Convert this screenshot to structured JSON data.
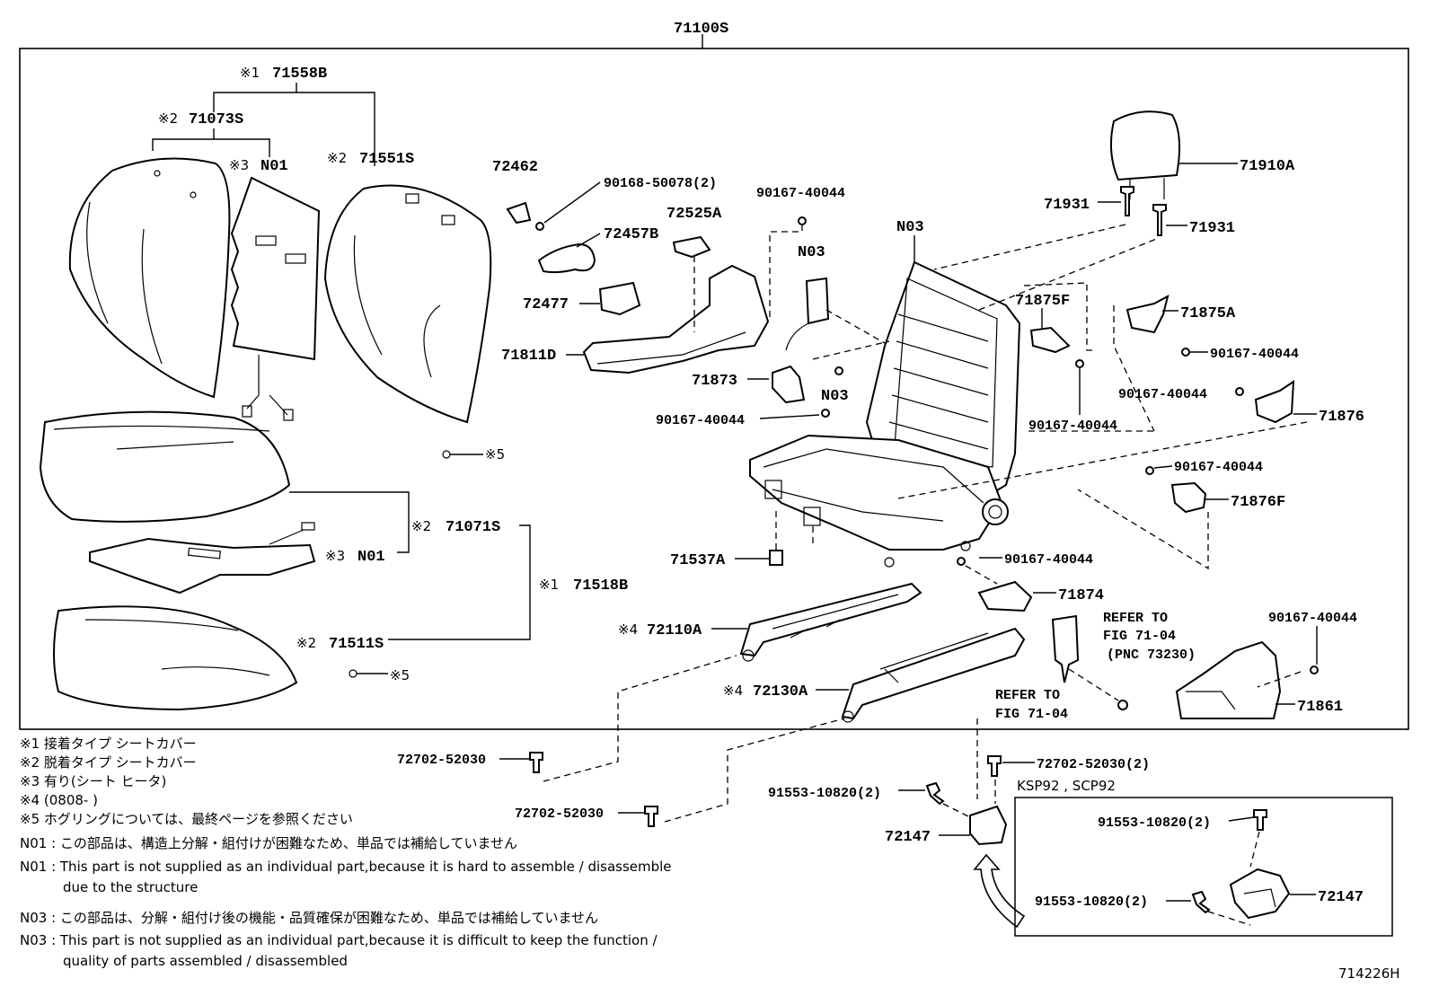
{
  "labels": {
    "top": "71100S",
    "p71558B": "71558B",
    "p71073S": "71073S",
    "p71551S": "71551S",
    "n01a": "N01",
    "p72462": "72462",
    "p90168": "90168-50078(2)",
    "p72525A": "72525A",
    "p72457B": "72457B",
    "p72477": "72477",
    "p71811D": "71811D",
    "p90167a": "90167-40044",
    "n03a": "N03",
    "n03b": "N03",
    "n03c": "N03",
    "p71873": "71873",
    "p90167b": "90167-40044",
    "p71910A": "71910A",
    "p71931a": "71931",
    "p71931b": "71931",
    "p71875F": "71875F",
    "p71875A": "71875A",
    "p90167c": "90167-40044",
    "p90167d": "90167-40044",
    "p90167e": "90167-40044",
    "p71876": "71876",
    "p90167f": "90167-40044",
    "p71876F": "71876F",
    "p71537A": "71537A",
    "p90167g": "90167-40044",
    "p71874": "71874",
    "p71071S": "71071S",
    "n01b": "N01",
    "p71518B": "71518B",
    "p71511S": "71511S",
    "p72110A": "72110A",
    "p72130A": "72130A",
    "refer1a": "REFER TO",
    "refer1b": "FIG 71-04",
    "refer1c": "(PNC 73230)",
    "refer2a": "REFER TO",
    "refer2b": "FIG 71-04",
    "p90167h": "90167-40044",
    "p71861": "71861",
    "p72702a": "72702-52030",
    "p72702b": "72702-52030",
    "p72702c": "72702-52030(2)",
    "p91553a": "91553-10820(2)",
    "p72147a": "72147",
    "models": "KSP92 , SCP92",
    "p91553b": "91553-10820(2)",
    "p91553c": "91553-10820(2)",
    "p72147b": "72147",
    "fig": "714226H"
  },
  "marks": {
    "m1": "※1",
    "m2": "※2",
    "m3": "※3",
    "m4": "※4",
    "m5": "※5"
  },
  "notes": {
    "n1": "※1  接着タイプ  シートカバー",
    "n2": "※2  脱着タイプ  シートカバー",
    "n3": "※3  有り(シート  ヒータ)",
    "n4": "※4  (0808-         )",
    "n5": "※5  ホグリングについては、最終ページを参照ください",
    "n01jp": "N01 : この部品は、構造上分解・組付けが困難なため、単品では補給していません",
    "n01en1": "N01 : This part is not supplied as an individual part,because it is hard to assemble / disassemble",
    "n01en2": "due to the structure",
    "n03jp": "N03 : この部品は、分解・組付け後の機能・品質確保が困難なため、単品では補給していません",
    "n03en1": "N03 : This part is not supplied as an individual part,because it is difficult to keep the function /",
    "n03en2": "quality of parts assembled / disassembled"
  }
}
